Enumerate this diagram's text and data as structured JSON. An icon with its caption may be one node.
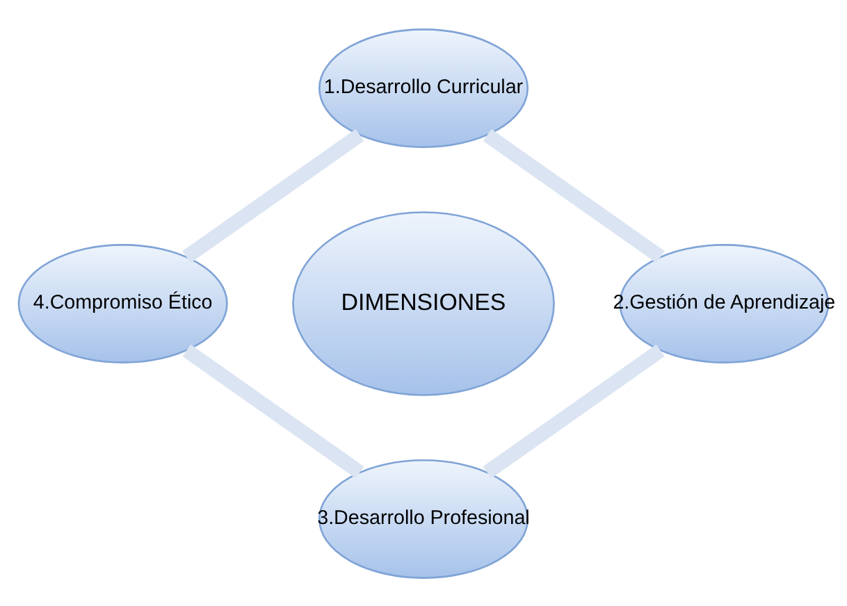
{
  "diagram": {
    "nodes": [
      {
        "text": [
          "1.Desarrollo Curricular"
        ]
      },
      {
        "text": [
          "4.Compromiso Ético"
        ]
      },
      {
        "text": [
          "DIMENSIONES"
        ]
      },
      {
        "text": [
          "2.Gestión de Aprendizaje"
        ]
      },
      {
        "text": [
          "3.Desarrollo Profesional"
        ]
      }
    ],
    "edges": [
      {
        "from": 0,
        "to": 3,
        "arrow": "none"
      },
      {
        "from": 3,
        "to": 4,
        "arrow": "none"
      },
      {
        "from": 4,
        "to": 1,
        "arrow": "none"
      },
      {
        "from": 1,
        "to": 0,
        "arrow": "none"
      }
    ]
  }
}
